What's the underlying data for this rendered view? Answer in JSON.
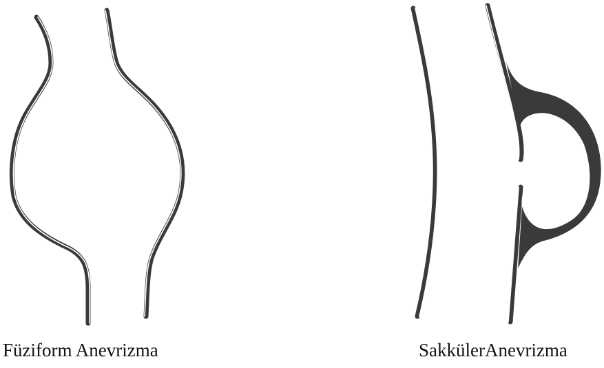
{
  "figures": [
    {
      "id": "fusiform",
      "caption": "Füziform Anevrizma"
    },
    {
      "id": "saccular",
      "caption": "SakkülerAnevrizma"
    }
  ],
  "colors": {
    "wall_dark": "#3a3a3a",
    "wall_light": "#ffffff",
    "text": "#111111",
    "background": "#ffffff"
  }
}
